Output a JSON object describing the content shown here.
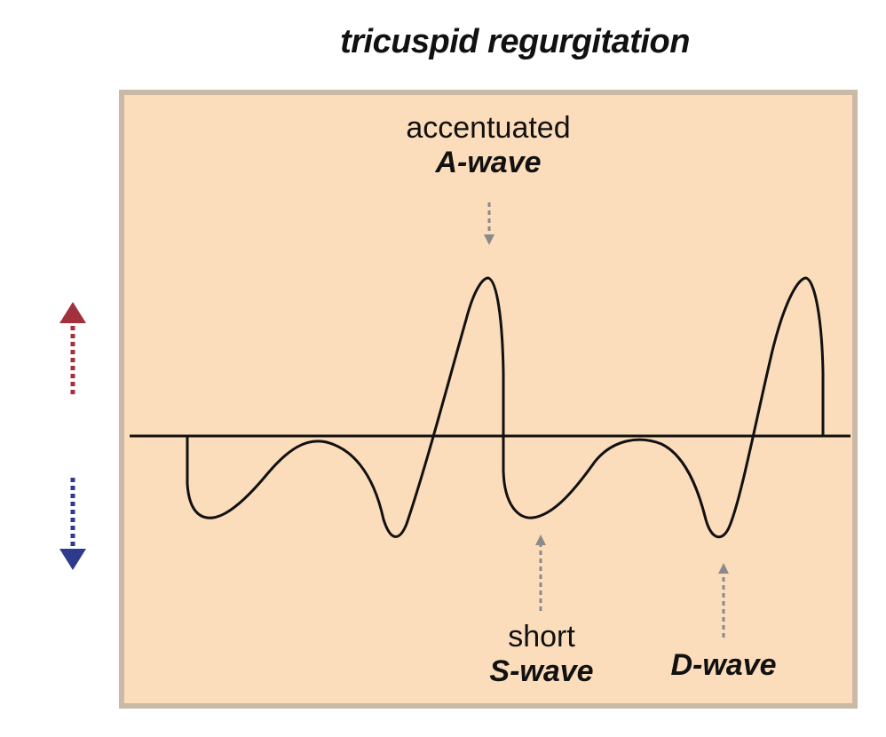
{
  "title": "tricuspid regurgitation",
  "labels": {
    "a_wave_prefix": "accentuated",
    "a_wave_name": "A-wave",
    "s_wave_prefix": "short",
    "s_wave_name": "S-wave",
    "d_wave_name": "D-wave"
  },
  "colors": {
    "panel_background": "#fbdcbb",
    "panel_border": "#cbb9a8",
    "waveform": "#111111",
    "annotation_arrow": "#8a8a8a",
    "up_arrow": "#a3303d",
    "down_arrow": "#2e3a8c"
  },
  "icons": {
    "up_indicator": "dotted-up-arrow",
    "down_indicator": "dotted-down-arrow"
  }
}
